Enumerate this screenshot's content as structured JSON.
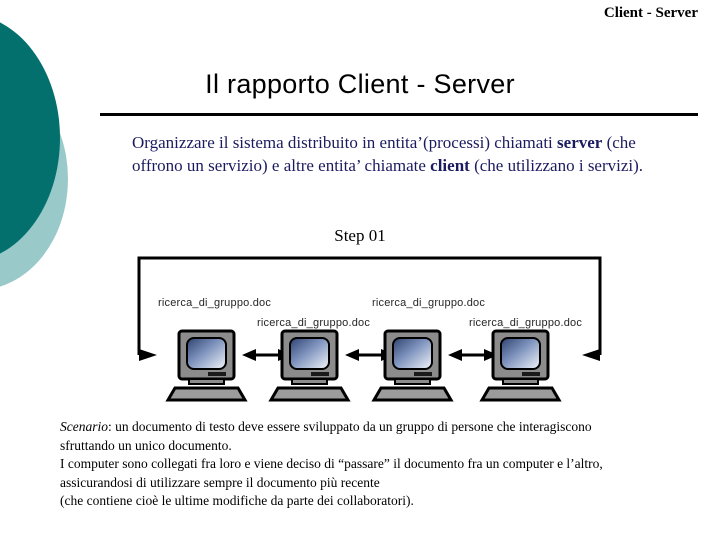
{
  "header": {
    "title": "Client - Server"
  },
  "slide": {
    "title": "Il rapporto Client - Server",
    "body": {
      "line1_a": "Organizzare il sistema distribuito in entita’(processi) chiamati ",
      "bold1": "server",
      "line1_b": " (che offrono un servizio) e altre entita’ chiamate ",
      "bold2": "client",
      "line1_c": " (che utilizzano i servizi)."
    },
    "step_label": "Step 01"
  },
  "diagram": {
    "doc_labels": [
      "ricerca_di_gruppo.doc",
      "ricerca_di_gruppo.doc",
      "ricerca_di_gruppo.doc",
      "ricerca_di_gruppo.doc"
    ],
    "computer_count": 4,
    "loop_arrow_label": "loop-connector"
  },
  "scenario": {
    "label": "Scenario",
    "line1": ": un documento di testo deve essere  sviluppato da un gruppo di persone che interagiscono",
    "line2": "sfruttando un unico documento.",
    "line3": "I computer sono collegati fra loro e viene deciso di “passare” il documento fra un computer e l’altro,",
    "line4": "assicurandosi  di utilizzare sempre il documento più recente",
    "line5": "(che contiene cioè le ultime modifiche da parte dei collaboratori)."
  },
  "colors": {
    "deco_dark": "#04706e",
    "deco_light": "#99c9c9",
    "body_text": "#1b1b60",
    "rule": "#000000",
    "monitor_body": "#8c8c8c",
    "screen_dark": "#3a4f78",
    "screen_light": "#e9eef7"
  }
}
